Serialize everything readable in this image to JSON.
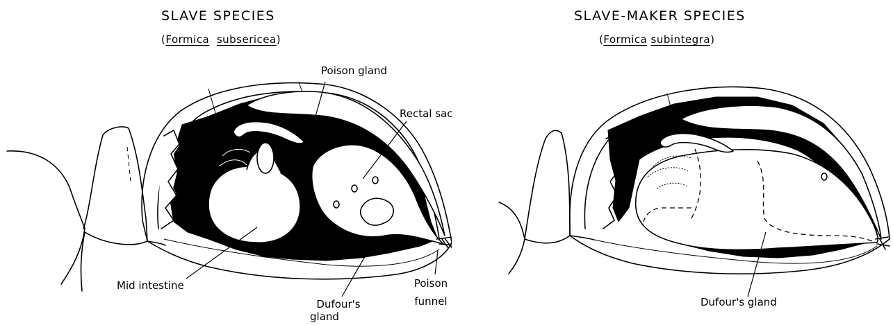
{
  "left": {
    "title": "SLAVE SPECIES",
    "subtitle": {
      "open": "(",
      "genus": "Formica",
      "species": "subsericea",
      "close": ")"
    },
    "labels": {
      "poison_gland": "Poison gland",
      "rectal_sac": "Rectal sac",
      "mid_intestine": "Mid intestine",
      "dufours_gland_line1": "Dufour's",
      "dufours_gland_line2": "gland",
      "poison_funnel_line1": "Poison",
      "poison_funnel_line2": "funnel"
    }
  },
  "right": {
    "title": "SLAVE-MAKER SPECIES",
    "subtitle": {
      "open": "(",
      "genus": "Formica",
      "species": "subintegra",
      "close": ")"
    },
    "labels": {
      "dufours_gland": "Dufour's gland"
    }
  },
  "colors": {
    "ink": "#000000",
    "paper": "#ffffff"
  }
}
